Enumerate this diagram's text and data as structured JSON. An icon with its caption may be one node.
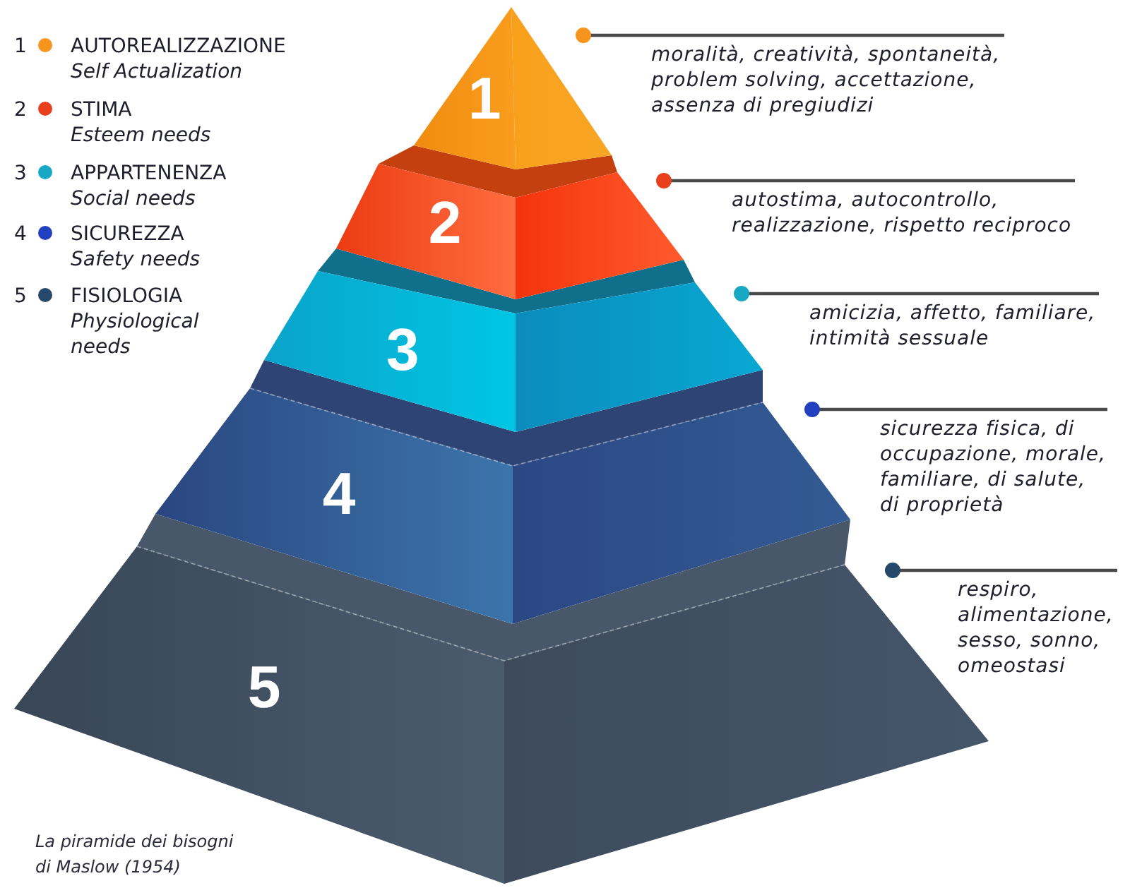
{
  "diagram": {
    "caption": "La piramide dei bisogni di Maslow (1954)",
    "nodes": [
      {
        "text": [
          "1"
        ]
      },
      {
        "text": [
          "moralità, creatività, spontaneità, problem solving, accettazione, assenza di pregiudizi"
        ]
      },
      {
        "text": [
          "2"
        ]
      },
      {
        "text": [
          "autostima, autocontrollo, realizzazione, rispetto reciproco"
        ]
      },
      {
        "text": [
          "3"
        ]
      },
      {
        "text": [
          "amicizia, affetto, familiare, intimità sessuale"
        ]
      },
      {
        "text": [
          "4"
        ]
      },
      {
        "text": [
          "sicurezza fisica, di occupazione, morale, familiare, di salute, di proprietà"
        ]
      },
      {
        "text": [
          "5"
        ]
      },
      {
        "text": [
          "respiro, alimentazione, sesso, sonno, omeostasi"
        ]
      }
    ],
    "edges": [
      {
        "from": 1,
        "to": 0,
        "arrow": "other"
      },
      {
        "from": 3,
        "to": 2,
        "arrow": "other"
      },
      {
        "from": 5,
        "to": 4,
        "arrow": "other"
      },
      {
        "from": 7,
        "to": 6,
        "arrow": "other"
      },
      {
        "from": 9,
        "to": 8,
        "arrow": "other"
      }
    ],
    "labels": [
      "1",
      "2",
      "3",
      "4",
      "5"
    ],
    "legend": [
      {
        "text": "AUTOREALIZZAZIONE *Self Actualization*",
        "color": "#f7941d"
      },
      {
        "text": "STIMA *Esteem needs*",
        "color": "#e8401c"
      },
      {
        "text": "APPARTENENZA *Social needs*",
        "color": "#17a9c4"
      },
      {
        "text": "SICUREZZA *Safety needs*",
        "color": "#2340c0"
      },
      {
        "text": "FISIOLOGIA *Physiological needs*",
        "color": "#27476b"
      }
    ]
  }
}
